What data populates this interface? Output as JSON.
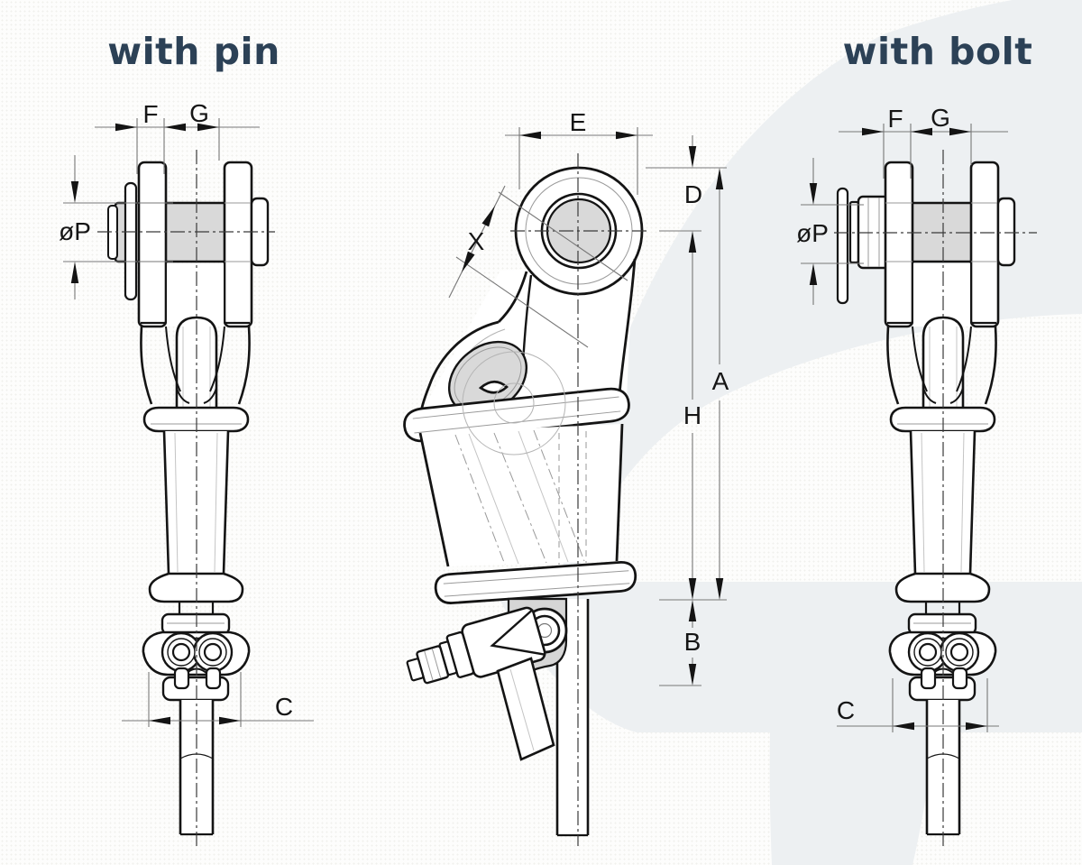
{
  "titles": {
    "pin": "with pin",
    "bolt": "with bolt"
  },
  "colors": {
    "title_text": "#2c4156",
    "drawing_line": "#141414",
    "shaded_fill": "#d9d9d9",
    "watermark": "#edf0f2",
    "background": "#fdfdfc"
  },
  "figures": {
    "with_pin": {
      "labels": {
        "F": "F",
        "G": "G",
        "diameter": "øP",
        "C": "C"
      }
    },
    "side_view": {
      "labels": {
        "E": "E",
        "X": "X",
        "D": "D",
        "A": "A",
        "H": "H",
        "B": "B"
      }
    },
    "with_bolt": {
      "labels": {
        "F": "F",
        "G": "G",
        "diameter": "øP",
        "C": "C"
      }
    }
  }
}
